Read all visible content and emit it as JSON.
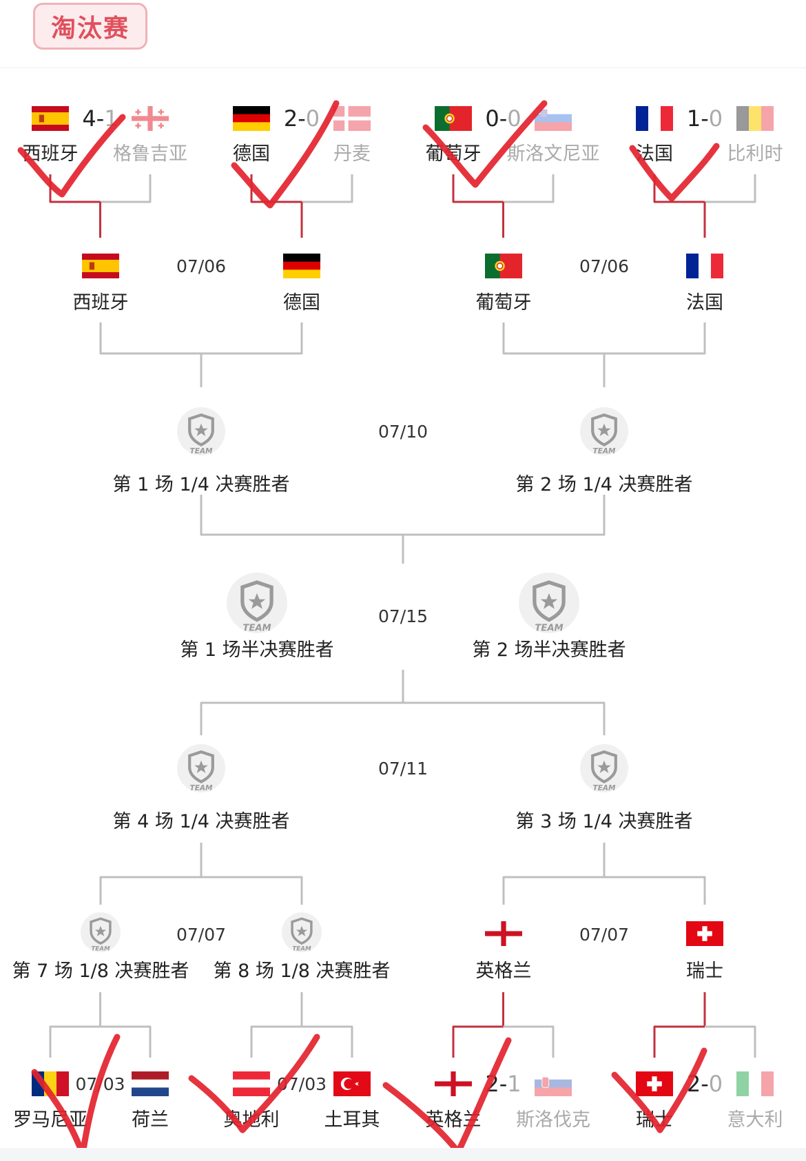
{
  "tab": {
    "label": "淘汰赛"
  },
  "round16_top": [
    {
      "home": "西班牙",
      "away": "格鲁吉亚",
      "score_home": "4",
      "score_away": "1",
      "home_flag": "spain",
      "away_flag": "georgia",
      "winner": "home"
    },
    {
      "home": "德国",
      "away": "丹麦",
      "score_home": "2",
      "score_away": "0",
      "home_flag": "germany",
      "away_flag": "denmark",
      "winner": "home"
    },
    {
      "home": "葡萄牙",
      "away": "斯洛文尼亚",
      "score_home": "0",
      "score_away": "0",
      "home_flag": "portugal",
      "away_flag": "slovenia",
      "winner": "home"
    },
    {
      "home": "法国",
      "away": "比利时",
      "score_home": "1",
      "score_away": "0",
      "home_flag": "france",
      "away_flag": "belgium",
      "winner": "home"
    }
  ],
  "quarter_top": [
    {
      "date": "07/06",
      "home": "西班牙",
      "away": "德国",
      "home_flag": "spain",
      "away_flag": "germany"
    },
    {
      "date": "07/06",
      "home": "葡萄牙",
      "away": "法国",
      "home_flag": "portugal",
      "away_flag": "france"
    }
  ],
  "semi_top": {
    "date": "07/10",
    "home": "第 1 场 1/4 决赛胜者",
    "away": "第 2 场 1/4 决赛胜者"
  },
  "final": {
    "date": "07/15",
    "home": "第 1 场半决赛胜者",
    "away": "第 2 场半决赛胜者"
  },
  "semi_bottom": {
    "date": "07/11",
    "home": "第 4 场 1/4 决赛胜者",
    "away": "第 3 场 1/4 决赛胜者"
  },
  "quarter_bottom": [
    {
      "date": "07/07",
      "home": "第 7 场 1/8 决赛胜者",
      "away": "第 8 场 1/8 决赛胜者"
    },
    {
      "date": "07/07",
      "home": "英格兰",
      "away": "瑞士",
      "home_flag": "england",
      "away_flag": "switzerland"
    }
  ],
  "round16_bottom": [
    {
      "home": "罗马尼亚",
      "away": "荷兰",
      "date": "07/03",
      "home_flag": "romania",
      "away_flag": "netherlands"
    },
    {
      "home": "奥地利",
      "away": "土耳其",
      "date": "07/03",
      "home_flag": "austria",
      "away_flag": "turkey"
    },
    {
      "home": "英格兰",
      "away": "斯洛伐克",
      "score_home": "2",
      "score_away": "1",
      "home_flag": "england",
      "away_flag": "slovakia",
      "winner": "home"
    },
    {
      "home": "瑞士",
      "away": "意大利",
      "score_home": "2",
      "score_away": "0",
      "home_flag": "switzerland",
      "away_flag": "italy",
      "winner": "home"
    }
  ],
  "placeholder_badge_text": "TEAM",
  "colors": {
    "accent": "#e0505c",
    "line_gray": "#bfbfbf",
    "line_red": "#c2313d",
    "checkmark": "#e3232e",
    "loser_text": "#aaaaaa"
  }
}
